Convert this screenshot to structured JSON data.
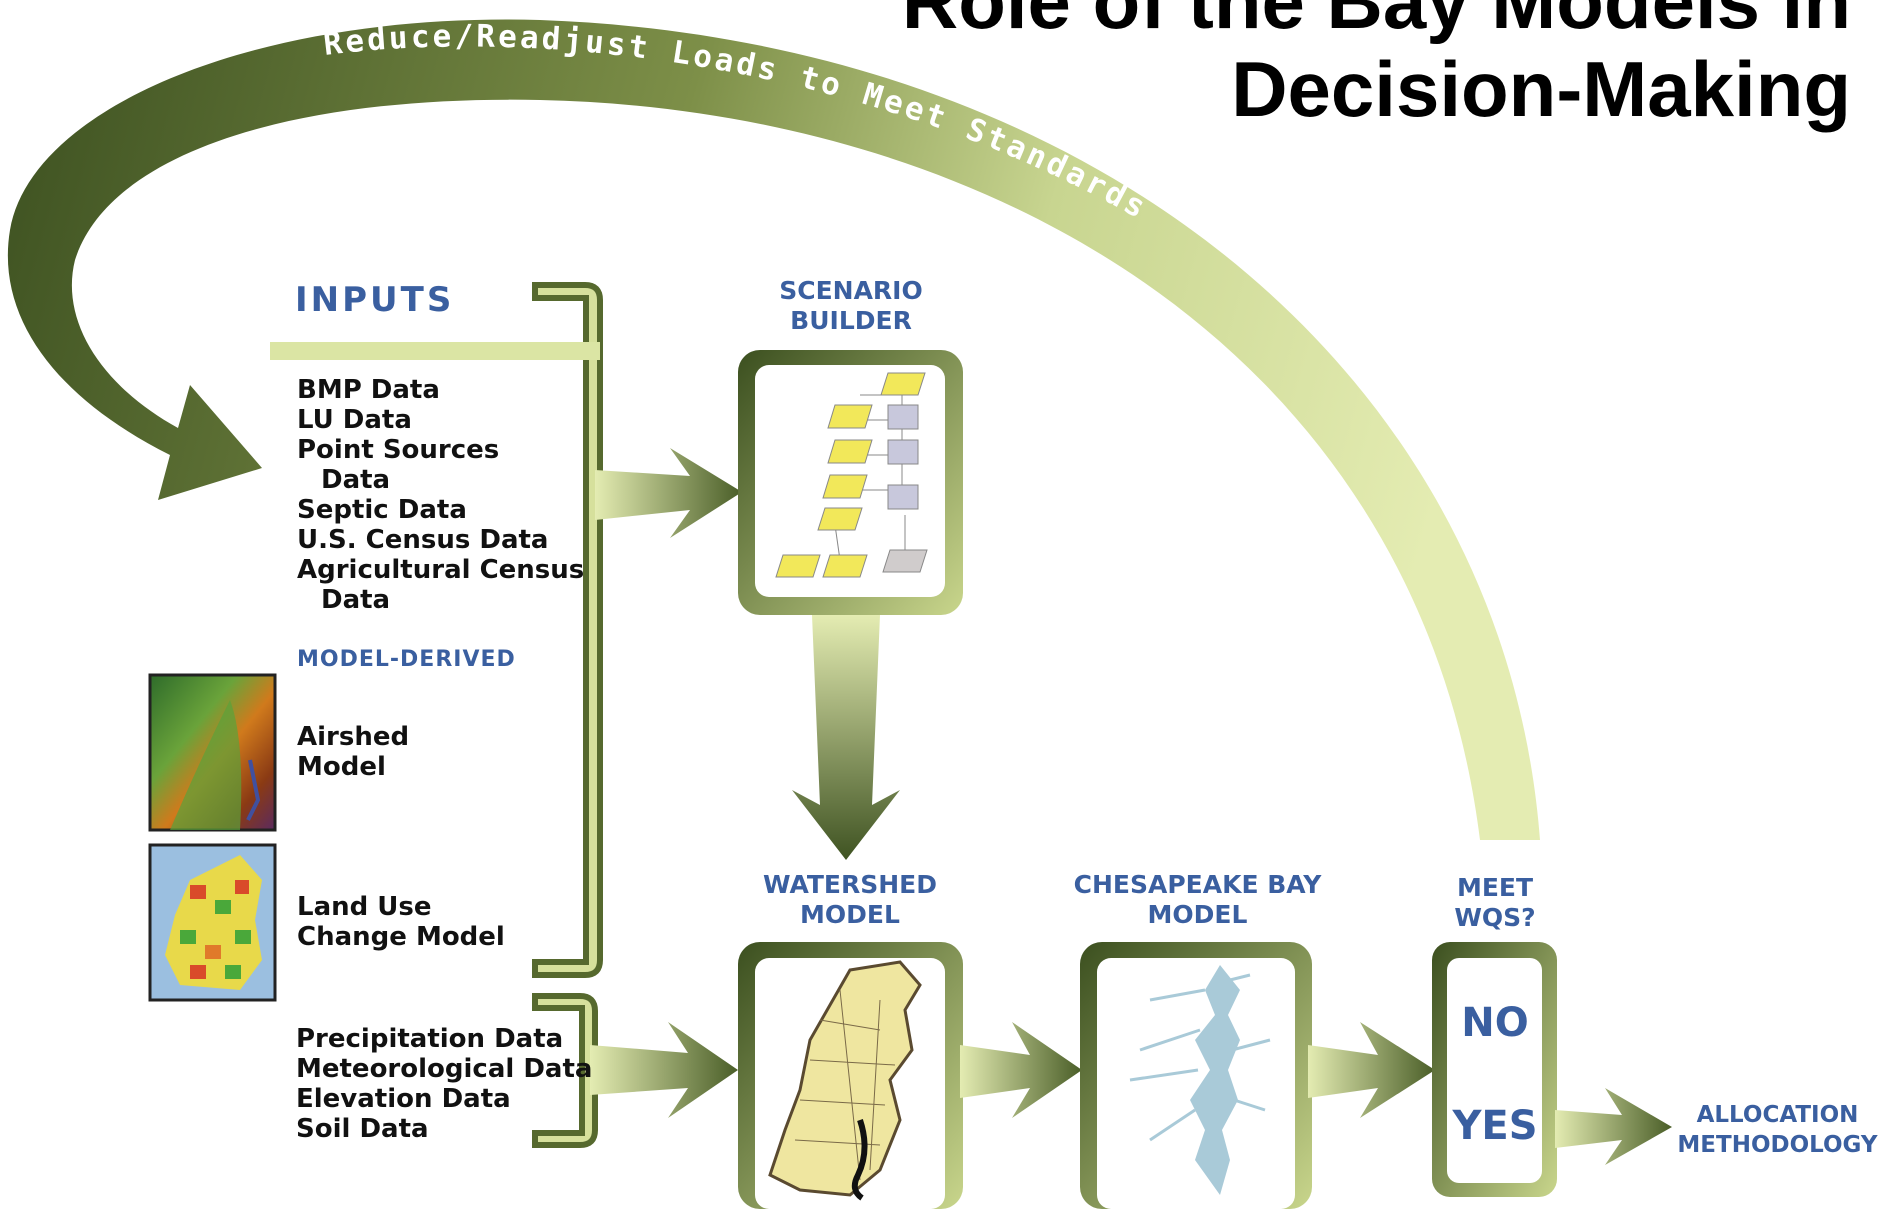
{
  "title": {
    "line1": "Role of the Bay Models in",
    "line2": "Decision-Making"
  },
  "loop_arrow_label": "Reduce/Readjust Loads to Meet Standards",
  "inputs": {
    "header": "INPUTS",
    "items": [
      {
        "text": "BMP Data",
        "indent": false
      },
      {
        "text": "LU Data",
        "indent": false
      },
      {
        "text": "Point Sources",
        "indent": false
      },
      {
        "text": "Data",
        "indent": true
      },
      {
        "text": "Septic Data",
        "indent": false
      },
      {
        "text": "U.S. Census Data",
        "indent": false
      },
      {
        "text": "Agricultural Census",
        "indent": false
      },
      {
        "text": "Data",
        "indent": true
      }
    ]
  },
  "model_derived": {
    "header": "MODEL-DERIVED",
    "airshed": [
      "Airshed",
      "Model"
    ],
    "land_use": [
      "Land Use",
      "Change Model"
    ]
  },
  "physical_data": [
    "Precipitation Data",
    "Meteorological Data",
    "Elevation Data",
    "Soil Data"
  ],
  "scenario_builder": [
    "SCENARIO",
    "BUILDER"
  ],
  "watershed_model": [
    "WATERSHED",
    "MODEL"
  ],
  "bay_model": [
    "CHESAPEAKE BAY",
    "MODEL"
  ],
  "meet_wqs": {
    "label": [
      "MEET",
      "WQS?"
    ],
    "no": "NO",
    "yes": "YES"
  },
  "allocation": [
    "ALLOCATION",
    "METHODOLOGY"
  ],
  "colors": {
    "dark_green": "#3f5322",
    "light_green": "#dde8a6",
    "blue_text": "#3a5fa0",
    "bay_water": "#a9cad8"
  }
}
